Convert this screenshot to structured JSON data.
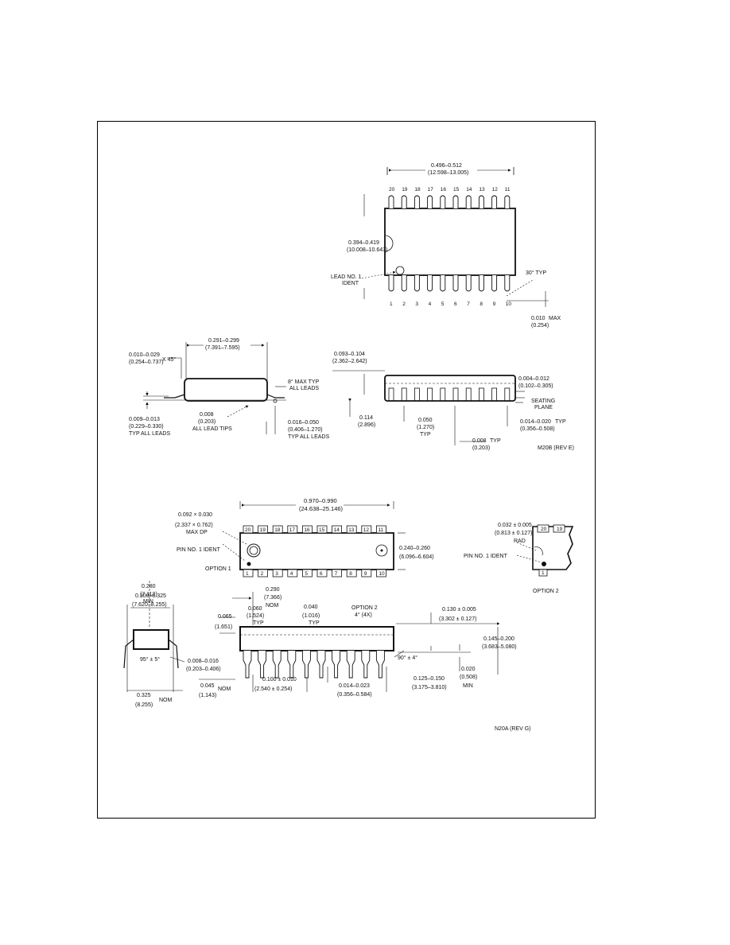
{
  "soic": {
    "length_in": "0.496–0.512",
    "length_mm": "(12.598–13.005)",
    "top_pins": [
      "20",
      "19",
      "18",
      "17",
      "16",
      "15",
      "14",
      "13",
      "12",
      "11"
    ],
    "bottom_pins": [
      "1",
      "2",
      "3",
      "4",
      "5",
      "6",
      "7",
      "8",
      "9",
      "10"
    ],
    "width_in": "0.394–0.419",
    "width_mm": "(10.008–10.643)",
    "lead_no1_ident": "LEAD NO. 1",
    "lead_no1_ident2": "IDENT",
    "angle": "30° TYP",
    "tip_in": "0.010",
    "tip_max": "MAX",
    "tip_mm": "(0.254)",
    "body_in": "0.291–0.299",
    "body_mm": "(7.391–7.595)",
    "chamfer_in": "0.010–0.029",
    "chamfer_mm": "(0.254–0.737)",
    "chamfer_x": "X 45°",
    "draft": "8° MAX TYP",
    "draft2": "ALL LEADS",
    "lead_thk_in": "0.009–0.013",
    "lead_thk_mm": "(0.229–0.330)",
    "lead_thk_note": "TYP ALL LEADS",
    "lead_rad_in": "0.008",
    "lead_rad_mm": "(0.203)",
    "lead_rad_note": "ALL LEAD TIPS",
    "foot_in": "0.016–0.050",
    "foot_mm": "(0.406–1.270)",
    "foot_note": "TYP ALL LEADS",
    "height_in": "0.093–0.104",
    "height_mm": "(2.362–2.642)",
    "standoff_in": "0.004–0.012",
    "standoff_mm": "(0.102–0.305)",
    "seating": "SEATING",
    "seating2": "PLANE",
    "lead_w_in": "0.014–0.020",
    "lead_w_typ": "TYP",
    "lead_w_mm": "(0.356–0.508)",
    "pitch_in": "0.050",
    "pitch_mm": "(1.270)",
    "pitch_typ": "TYP",
    "stub_in": "0.114",
    "stub_mm": "(2.896)",
    "ext_in": "0.008",
    "ext_typ": "TYP",
    "ext_mm": "(0.203)",
    "drawing_code": "M20B (REV E)"
  },
  "dip": {
    "length_in": "0.970–0.990",
    "length_mm": "(24.638–25.146)",
    "notch_in": "0.092 × 0.030",
    "notch_mm": "(2.337 × 0.762)",
    "notch_note": "MAX DP",
    "pin1_ident": "PIN NO. 1 IDENT",
    "option1": "OPTION 1",
    "top_pins": [
      "20",
      "19",
      "18",
      "17",
      "16",
      "15",
      "14",
      "13",
      "12",
      "11"
    ],
    "bottom_pins": [
      "1",
      "2",
      "3",
      "4",
      "5",
      "6",
      "7",
      "8",
      "9",
      "10"
    ],
    "width_in": "0.240–0.260",
    "width_mm": "(6.096–6.604)",
    "opt2_rad_in": "0.032 ± 0.005",
    "opt2_rad_mm": "(0.813 ± 0.127)",
    "opt2_rad": "RAD",
    "opt2_pin1": "PIN NO. 1 IDENT",
    "opt2_label": "OPTION 2",
    "opt2_pins": [
      "20",
      "19",
      "1"
    ],
    "ht_in": "0.280",
    "ht_mm": "(7.112)",
    "ht_min": "MIN",
    "row_in": "0.300–0.325",
    "row_mm": "(7.620–8.255)",
    "angle": "95° ± 5°",
    "lead_thk_in": "0.008–0.016",
    "lead_thk_mm": "(0.203–0.406)",
    "ends_in": "0.325",
    "ends_mm": "(8.255)",
    "ends_nom": "NOM",
    "span_in": "0.290",
    "span_mm": "(7.366)",
    "span_nom": "NOM",
    "shoulder_in": "0.060",
    "shoulder_mm": "(1.524)",
    "shoulder_typ": "TYP",
    "lw_in": "0.040",
    "lw_mm": "(1.016)",
    "lw_typ": "TYP",
    "opt2_draft": "OPTION 2",
    "opt2_draft2": "4° (4X)",
    "body_ht_in": "0.130 ± 0.005",
    "body_ht_mm": "(3.302 ± 0.127)",
    "total_in": "0.145–0.200",
    "total_mm": "(3.683–5.080)",
    "lead_top_in": "0.065",
    "lead_top_mm": "(1.651)",
    "tip_angle": "90° ± 4°",
    "pin_len_in": "0.125–0.150",
    "pin_len_mm": "(3.175–3.810)",
    "seat_in": "0.020",
    "seat_mm": "(0.508)",
    "seat_min": "MIN",
    "nom_in": "0.045",
    "nom_mm": "(1.143)",
    "nom_label": "NOM",
    "pitch_in": "0.100 ± 0.010",
    "pitch_mm": "(2.540 ± 0.254)",
    "lw2_in": "0.014–0.023",
    "lw2_mm": "(0.356–0.584)",
    "drawing_code": "N20A (REV G)"
  }
}
